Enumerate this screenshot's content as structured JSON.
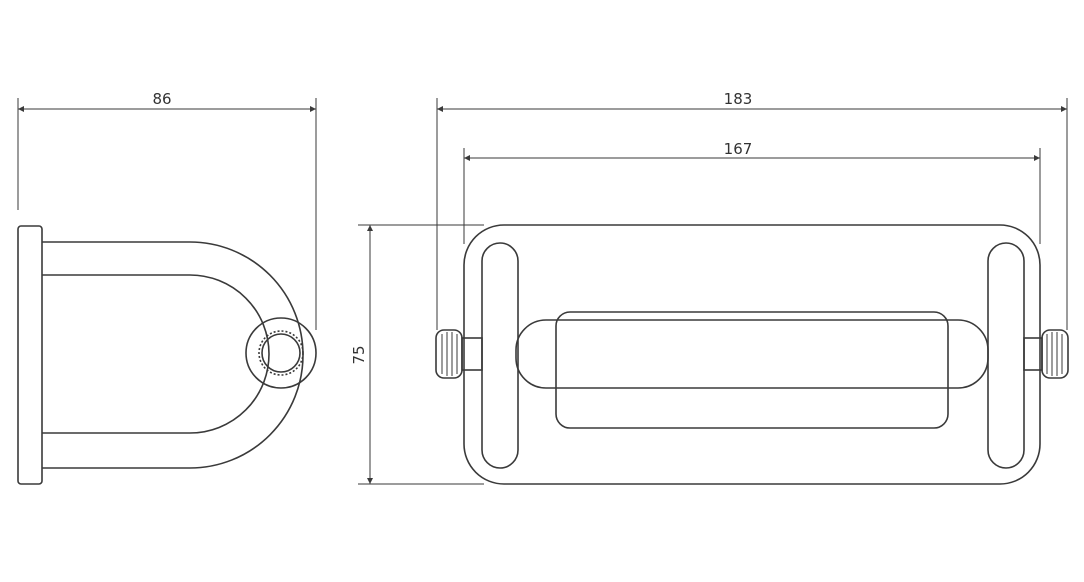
{
  "dimensions": {
    "side_width": "86",
    "overall_width": "183",
    "inner_width": "167",
    "height": "75"
  },
  "colors": {
    "line": "#3a3a3a",
    "background": "#ffffff"
  }
}
